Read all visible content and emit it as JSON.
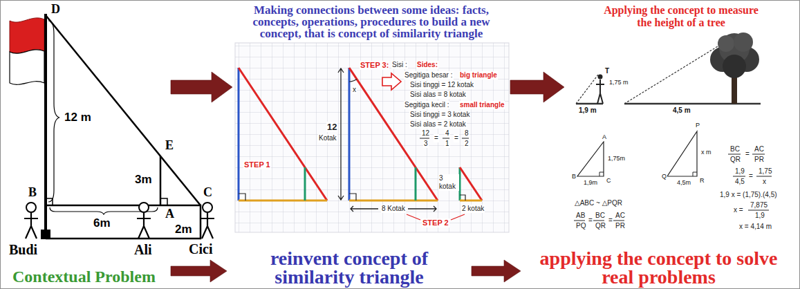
{
  "diagram": {
    "nodes": [
      {
        "text": [
          "Contextual Problem"
        ]
      },
      {
        "text": [
          "Making connections between some ideas: facts, concepts, operations, procedures to build a new concept, that is concept of similarity triangle"
        ]
      },
      {
        "text": [
          "Applying the concept to measure the height of a tree"
        ]
      },
      {
        "text": [
          "reinvent concept of similarity triangle"
        ]
      },
      {
        "text": [
          "applying the concept to solve real problems"
        ]
      }
    ],
    "edges": [
      {
        "from": 0,
        "to": 1,
        "arrow": "to"
      },
      {
        "from": 1,
        "to": 2,
        "arrow": "to"
      },
      {
        "from": 0,
        "to": 3,
        "arrow": "to"
      },
      {
        "from": 3,
        "to": 4,
        "arrow": "to"
      }
    ],
    "labels": [
      "D",
      "12 m",
      "E",
      "3m",
      "B",
      "C",
      "6m",
      "A",
      "2m",
      "Budi",
      "Ali",
      "Cici",
      "STEP 1",
      "12",
      "Kotak",
      "x",
      "STEP 3:",
      "Sisi :",
      "Sides:",
      "Segitiga besar :",
      "big triangle",
      "Sisi tinggi = 12 kotak",
      "Sisi alas = 8 kotak",
      "Segitiga kecil :",
      "small triangle",
      "Sisi tinggi = 3 kotak",
      "Sisi alas = 2 kotak",
      "12",
      "3",
      "=",
      "4",
      "1",
      "=",
      "8",
      "2",
      "3 kotak",
      "8 Kotak",
      "2 kotak",
      "STEP 2",
      "T",
      "1,75 m",
      "1,9 m",
      "4,5 m",
      "A",
      "1,75m",
      "B",
      "1,9m",
      "C",
      "P",
      "x m",
      "Q",
      "4,5m",
      "R",
      "BC",
      "QR",
      "=",
      "AC",
      "PR",
      "1,9",
      "4,5",
      "=",
      "1,75",
      "x",
      "△ABC ~ △PQR",
      "AB",
      "PQ",
      "=",
      "BC",
      "QR",
      "=",
      "AC",
      "PR",
      "1,9 x = (1,75).(4,5)",
      "x =",
      "7,875",
      "1,9",
      "x = 4,14 m"
    ]
  }
}
